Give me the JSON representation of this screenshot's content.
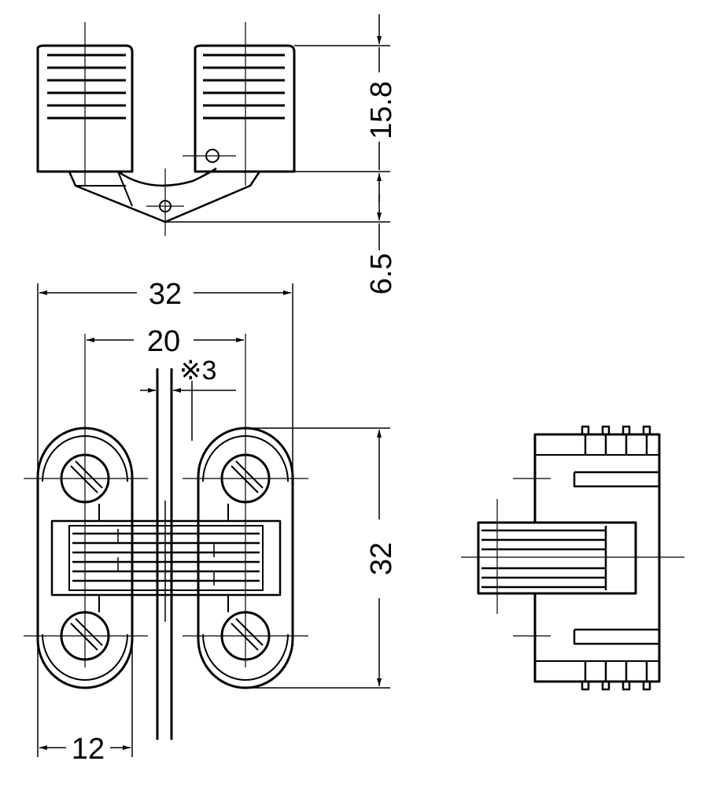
{
  "dimensions": {
    "top_height": "15.8",
    "arm_height": "6.5",
    "overall_width": "32",
    "hole_spacing": "20",
    "mortise_note": "※3",
    "overall_height": "32",
    "body_width": "12"
  }
}
